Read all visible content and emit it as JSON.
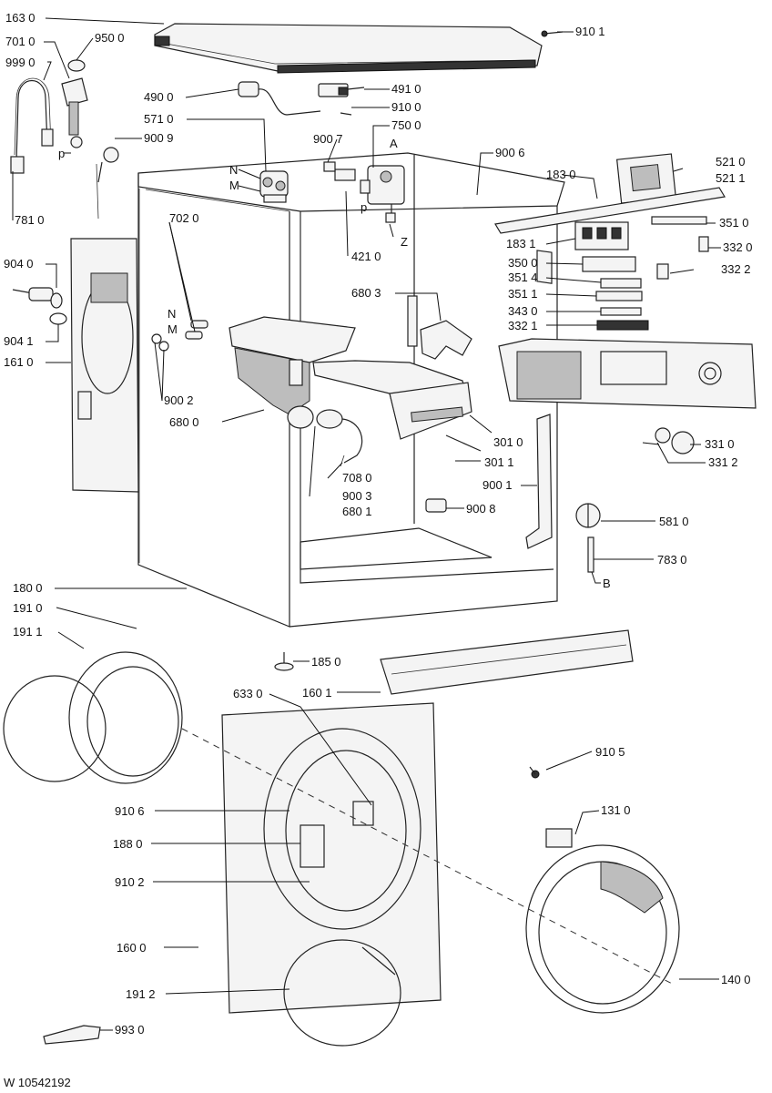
{
  "labels": [
    "163 0",
    "910 1",
    "701 0",
    "950 0",
    "999 0",
    "490 0",
    "491 0",
    "910 0",
    "750 0",
    "571 0",
    "900 7",
    "A",
    "900 9",
    "p",
    "N",
    "M",
    "900 6",
    "521 0",
    "521 1",
    "183 0",
    "781 0",
    "702 0",
    "Z",
    "351 0",
    "183 1",
    "332 0",
    "421 0",
    "904 0",
    "350 0",
    "332 2",
    "351 4",
    "680 3",
    "351 1",
    "904 1",
    "343 0",
    "N",
    "M",
    "332 1",
    "161 0",
    "900 2",
    "680 0",
    "301 0",
    "331 0",
    "301 1",
    "331 2",
    "708 0",
    "900 1",
    "900 3",
    "680 1",
    "900 8",
    "581 0",
    "783 0",
    "B",
    "180 0",
    "191 0",
    "191 1",
    "185 0",
    "160 1",
    "633 0",
    "910 5",
    "131 0",
    "910 6",
    "188 0",
    "910 2",
    "160 0",
    "140 0",
    "191 2",
    "993 0",
    "W 10542192",
    "p"
  ]
}
